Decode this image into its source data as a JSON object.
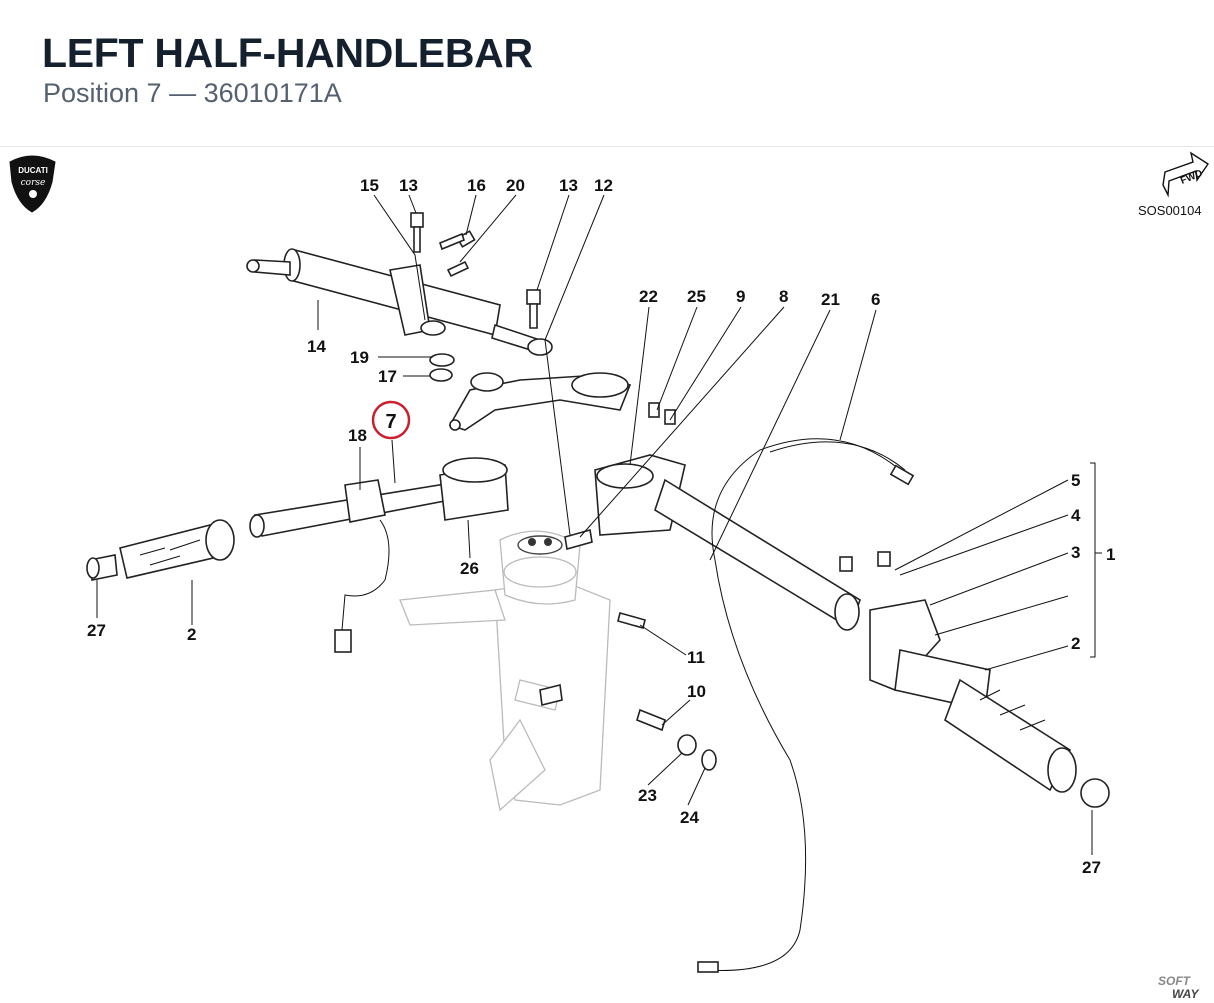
{
  "header": {
    "title": "LEFT HALF-HANDLEBAR",
    "position": "Position 7",
    "separator": "—",
    "part_number": "36010171A"
  },
  "logo": {
    "brand": "DUCATI",
    "script": "corse",
    "icon": "ducati-corse-shield-icon"
  },
  "fwd": {
    "label": "FWD",
    "icon": "forward-arrow-icon"
  },
  "drawing_code": "SOS00104",
  "watermark": {
    "line1": "SOFT",
    "line2": "WAY"
  },
  "highlight": {
    "label": "7",
    "color": "#cc1f2d"
  },
  "callouts": {
    "c15": "15",
    "c13a": "13",
    "c16": "16",
    "c20": "20",
    "c13b": "13",
    "c12": "12",
    "c14": "14",
    "c19": "19",
    "c17": "17",
    "c18": "18",
    "c22": "22",
    "c25": "25",
    "c9": "9",
    "c8": "8",
    "c21": "21",
    "c6": "6",
    "c26": "26",
    "c27a": "27",
    "c2a": "2",
    "c11": "11",
    "c10": "10",
    "c23": "23",
    "c24": "24",
    "c5": "5",
    "c4": "4",
    "c3": "3",
    "c1": "1",
    "c2b": "2",
    "c27b": "27"
  }
}
